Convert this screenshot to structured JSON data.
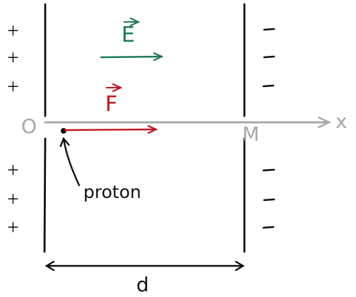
{
  "labels": {
    "field": "E",
    "force": "F",
    "origin": "O",
    "axis_end": "M",
    "axis": "x",
    "particle": "proton",
    "distance": "d"
  },
  "plate_charges": {
    "left": [
      "+",
      "+",
      "+",
      "+",
      "+",
      "+"
    ]
  },
  "colors": {
    "field_arrow": "#1f7a55",
    "force_arrow": "#c0161d",
    "axis": "#a8a8a8",
    "ink": "#111111"
  }
}
